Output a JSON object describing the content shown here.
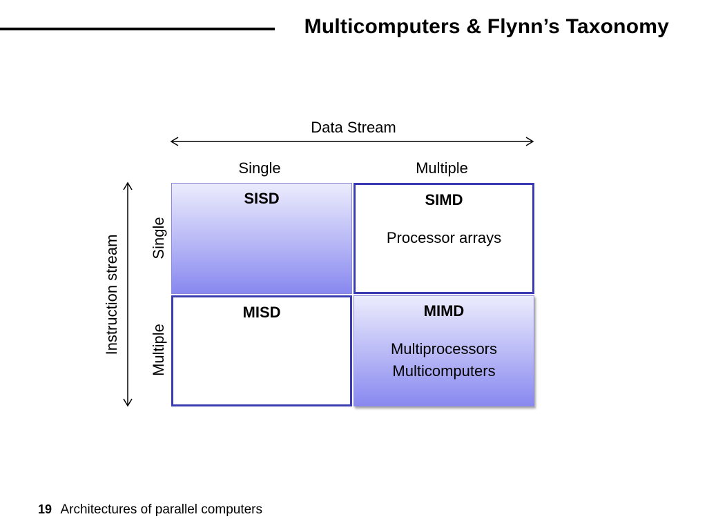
{
  "slide": {
    "title": "Multicomputers & Flynn’s Taxonomy",
    "page_number": "19",
    "footer": "Architectures of parallel computers"
  },
  "axes": {
    "data_stream_label": "Data Stream",
    "data_single": "Single",
    "data_multiple": "Multiple",
    "instruction_stream_label": "Instruction stream",
    "instruction_single": "Single",
    "instruction_multiple": "Multiple"
  },
  "cells": {
    "sisd": {
      "name": "SISD",
      "lines": []
    },
    "simd": {
      "name": "SIMD",
      "lines": [
        "Processor arrays"
      ]
    },
    "misd": {
      "name": "MISD",
      "lines": []
    },
    "mimd": {
      "name": "MIMD",
      "lines": [
        "Multiprocessors",
        "Multicomputers"
      ]
    }
  },
  "colors": {
    "cell_border": "#3a3ab2",
    "cell_fill_top": "#ececfd",
    "cell_fill_bottom": "#8888f0"
  }
}
